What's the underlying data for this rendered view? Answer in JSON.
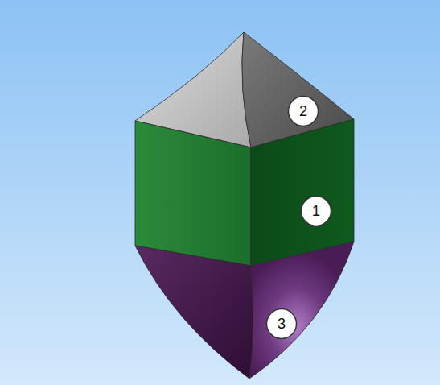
{
  "diagram": {
    "nodes": [
      {
        "text": [
          "2"
        ]
      },
      {
        "text": [
          "1"
        ]
      },
      {
        "text": [
          "3"
        ]
      }
    ]
  }
}
